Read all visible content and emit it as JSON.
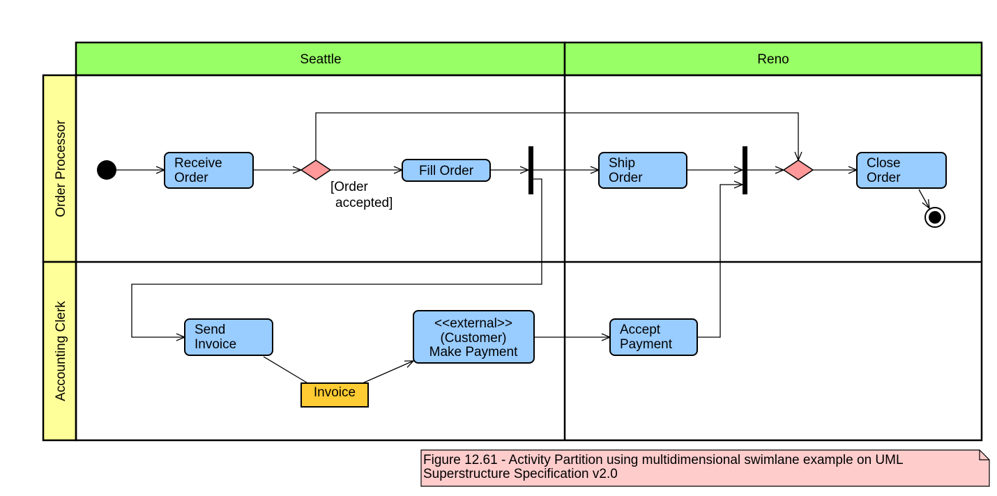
{
  "partitions": {
    "columns": [
      "Seattle",
      "Reno"
    ],
    "rows": [
      "Order Processor",
      "Accounting Clerk"
    ]
  },
  "actions": {
    "receive_order": [
      "Receive",
      "Order"
    ],
    "fill_order": [
      "Fill Order"
    ],
    "ship_order": [
      "Ship",
      "Order"
    ],
    "close_order": [
      "Close",
      "Order"
    ],
    "send_invoice": [
      "Send",
      "Invoice"
    ],
    "make_payment": [
      "<<external>>",
      "(Customer)",
      "Make Payment"
    ],
    "accept_payment": [
      "Accept",
      "Payment"
    ]
  },
  "object_node": "Invoice",
  "guard": [
    "[Order",
    "accepted]"
  ],
  "note": [
    "Figure 12.61 - Activity Partition using multidimensional swimlane example on UML",
    "Superstructure Specification v2.0"
  ],
  "colors": {
    "column_header": "#99ff66",
    "row_header": "#ffff99",
    "action_fill": "#99ccff",
    "decision_fill": "#ff9999",
    "object_fill": "#ffcc33",
    "note_fill": "#ffcccc"
  }
}
